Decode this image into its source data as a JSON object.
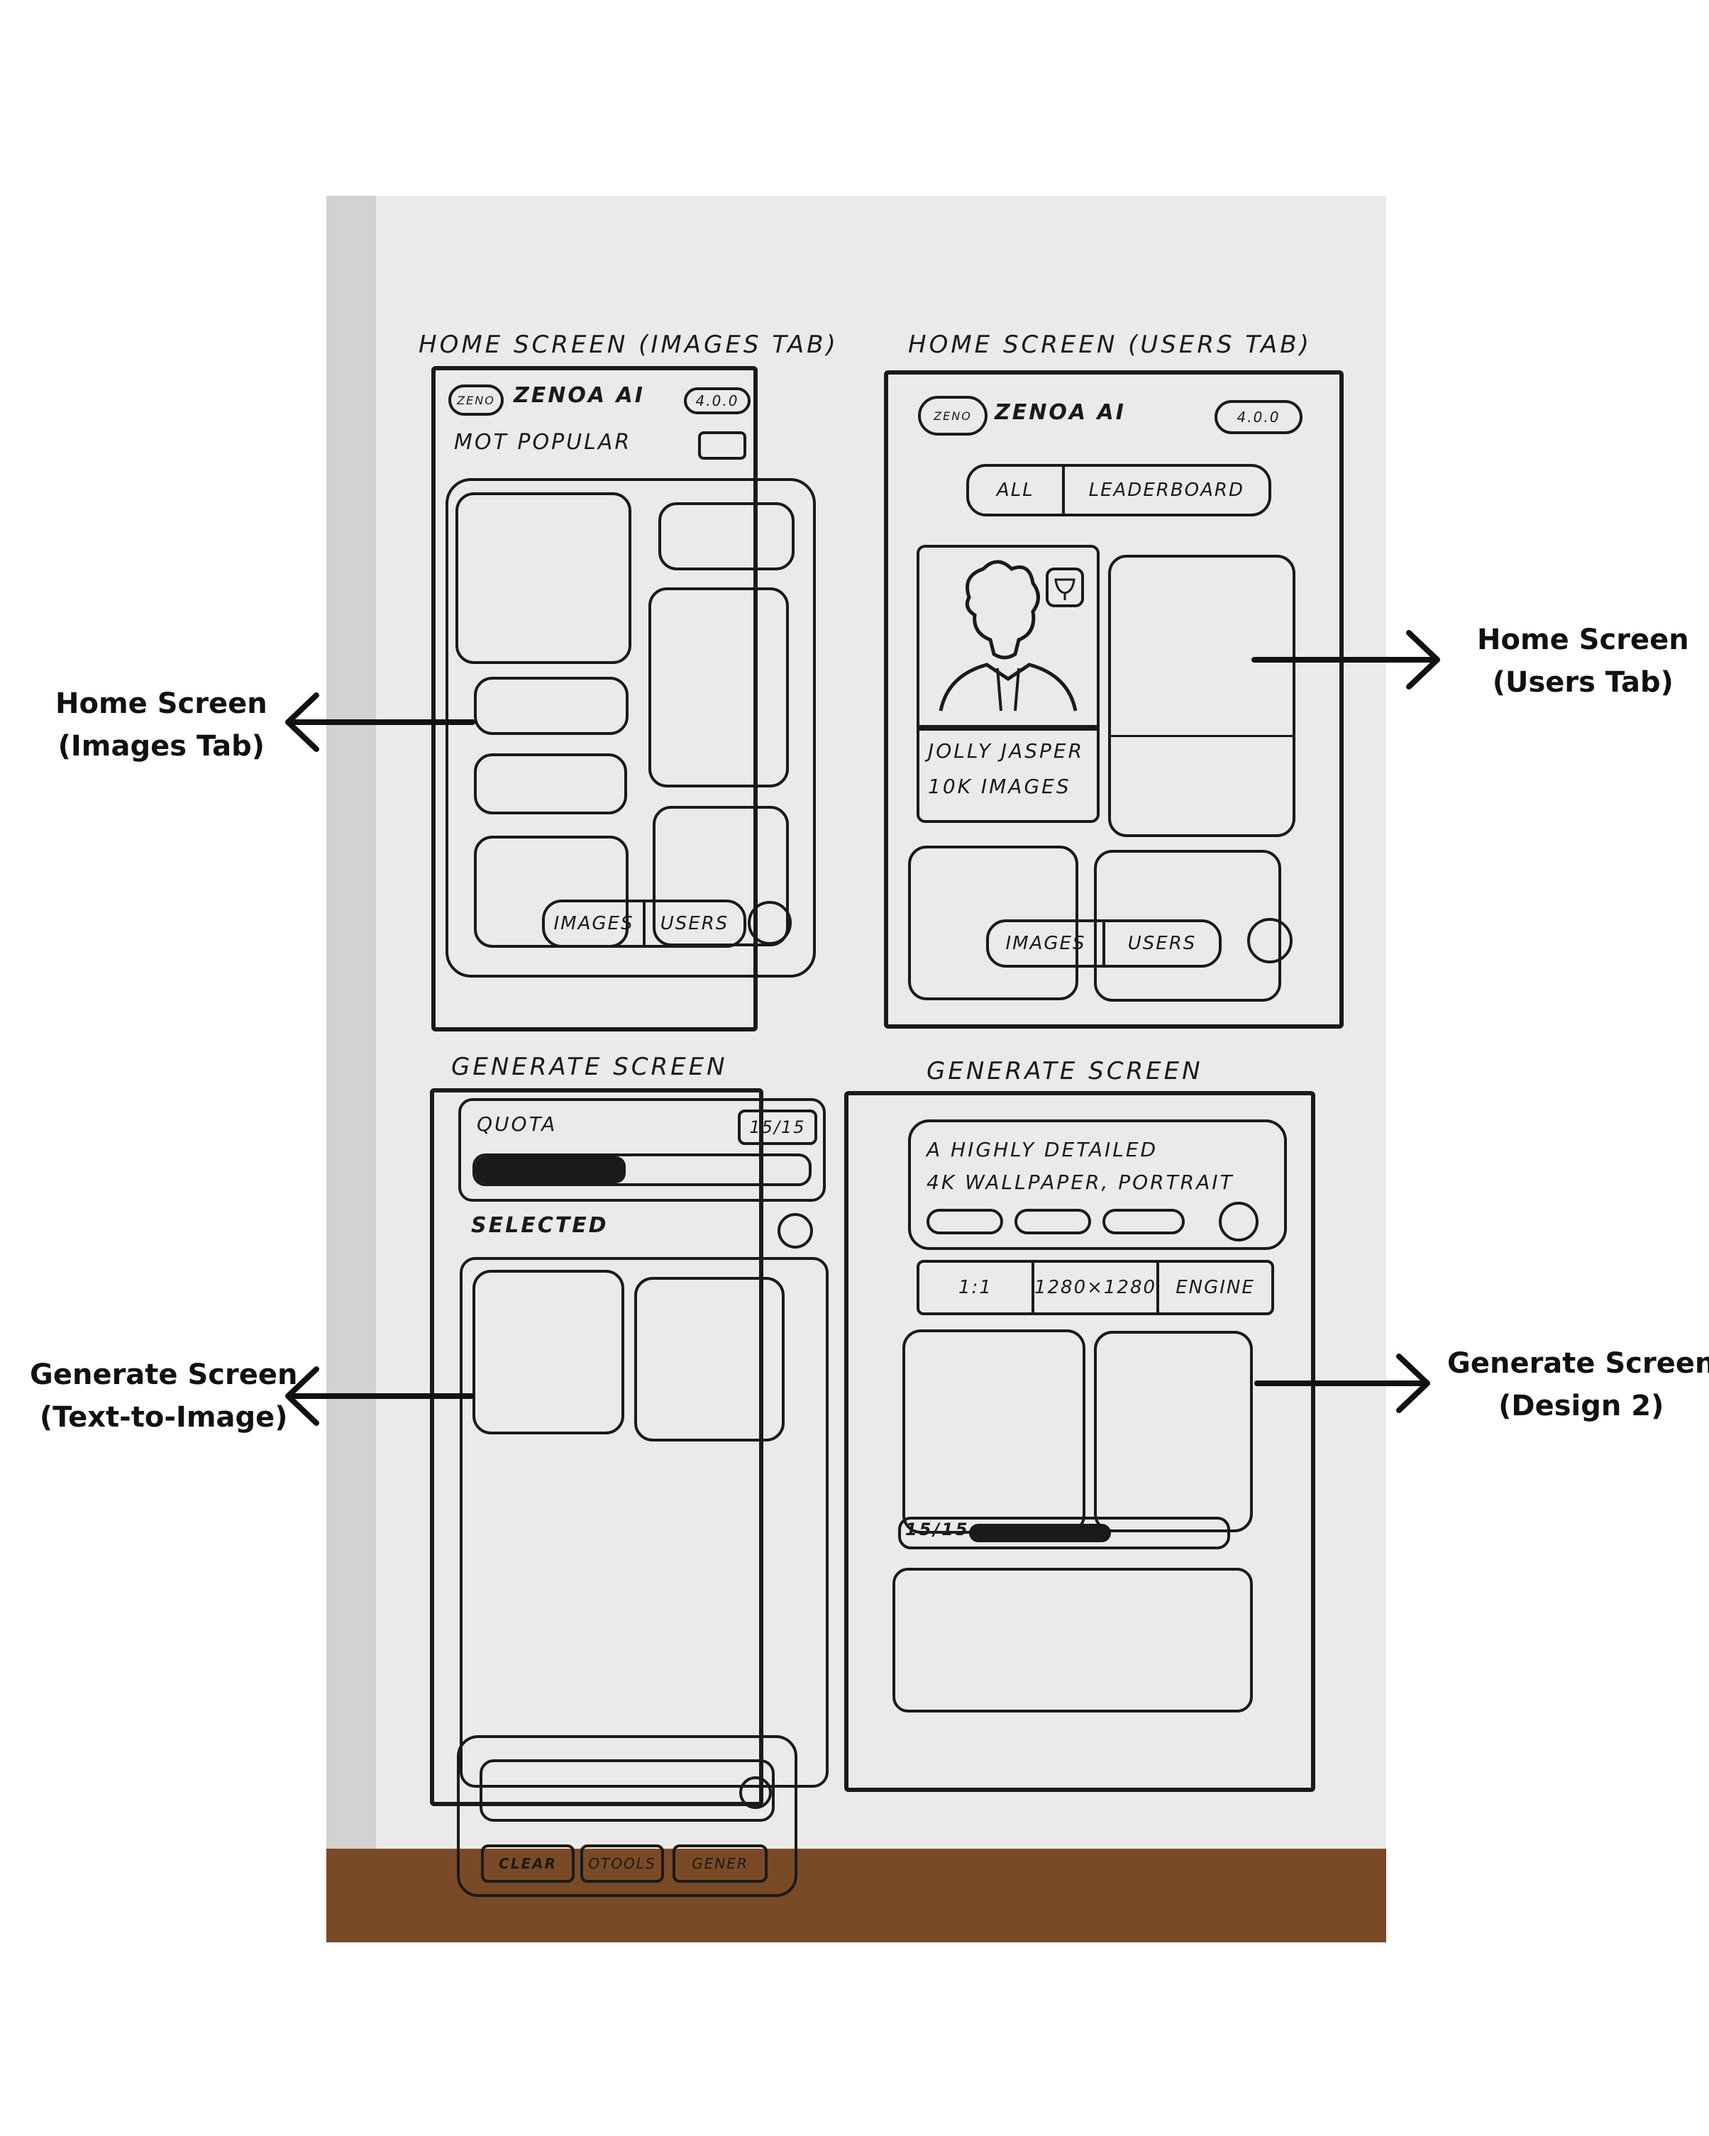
{
  "annotations": {
    "home_images": {
      "line1": "Home Screen",
      "line2": "(Images Tab)"
    },
    "home_users": {
      "line1": "Home Screen",
      "line2": "(Users Tab)"
    },
    "gen_text": {
      "line1": "Generate Screen",
      "line2": "(Text-to-Image)"
    },
    "gen_design2": {
      "line1": "Generate Screen",
      "line2": "(Design 2)"
    }
  },
  "sketch": {
    "headings": {
      "tl": "HOME SCREEN (IMAGES TAB)",
      "tr": "HOME SCREEN (USERS TAB)",
      "bl": "GENERATE SCREEN",
      "br": "GENERATE SCREEN"
    },
    "home_images": {
      "logo": "ZENO",
      "app_name": "ZENOA AI",
      "credit": "4.0.0",
      "section": "MOT POPULAR",
      "nav_images": "IMAGES",
      "nav_users": "USERS"
    },
    "home_users": {
      "logo": "ZENO",
      "app_name": "ZENOA AI",
      "credit": "4.0.0",
      "toggle_all": "ALL",
      "toggle_leaderboard": "LEADERBOARD",
      "card_name": "JOLLY JASPER",
      "card_count": "10K IMAGES",
      "nav_images": "IMAGES",
      "nav_users": "USERS"
    },
    "gen_text": {
      "quota_label": "QUOTA",
      "quota_count": "15/15",
      "quota_fraction": 0.45,
      "selected_label": "SELECTED",
      "btn1": "CLEAR",
      "btn2": "OTOOLS",
      "btn3": "GENER"
    },
    "gen_design2": {
      "prompt_line1": "A HIGHLY DETAILED",
      "prompt_line2": "4K WALLPAPER, PORTRAIT",
      "opt_ratio": "1:1",
      "opt_size": "1280×1280",
      "opt_engine": "ENGINE",
      "quota_count": "15/15",
      "quota_fraction": 0.55
    }
  }
}
